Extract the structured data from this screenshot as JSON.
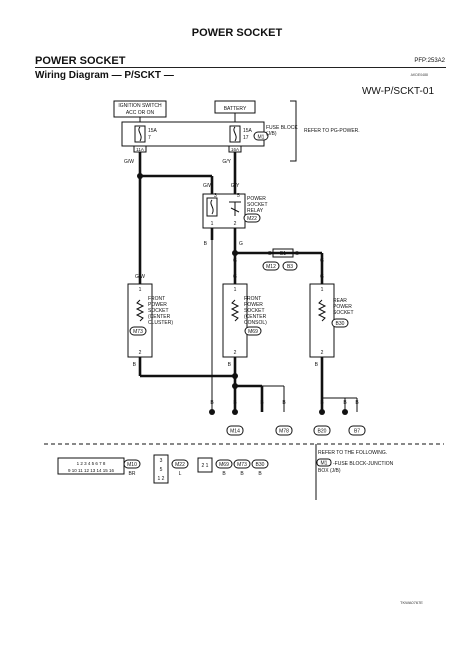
{
  "header": {
    "page_title": "POWER SOCKET",
    "section_title": "POWER SOCKET",
    "pfp_code": "PFP:253A2",
    "subtitle": "Wiring Diagram — P/SCKT —",
    "image_code": "AKDE0488",
    "diagram_code": "WW-P/SCKT-01"
  },
  "sources": {
    "ignition_line1": "IGNITION SWITCH",
    "ignition_line2": "ACC OR ON",
    "battery": "BATTERY",
    "fuse_block_line1": "FUSE BLOCK",
    "fuse_block_line2": "(J/B)",
    "fuse_block_connector": "M1",
    "refer_pg": "REFER TO PG-POWER.",
    "fuse_left_rating": "15A",
    "fuse_left_num": "7",
    "fuse_right_rating": "15A",
    "fuse_right_num": "17",
    "pin_left": "11A",
    "pin_right": "16A"
  },
  "wires": {
    "gw": "G/W",
    "gy": "G/Y",
    "g": "G",
    "b": "B"
  },
  "relay": {
    "line1": "POWER",
    "line2": "SOCKET",
    "line3": "RELAY",
    "connector": "M22",
    "pin1": "1",
    "pin2": "2",
    "pin3": "3",
    "pin5": "5"
  },
  "joint": {
    "label": "B1",
    "left_pin": "D",
    "right_pin": "G",
    "conn_left": "M12",
    "conn_right": "B3"
  },
  "sockets": {
    "front_cluster": [
      "FRONT",
      "POWER",
      "SOCKET",
      "(CENTER",
      "CLUSTER)"
    ],
    "front_cluster_conn": "M73",
    "front_console": [
      "FRONT",
      "POWER",
      "SOCKET",
      "(CENTER",
      "CONSOL)"
    ],
    "front_console_conn": "M69",
    "rear": [
      "REAR",
      "POWER",
      "SOCKET"
    ],
    "rear_conn": "B30",
    "pin_top": "1",
    "pin_bottom": "2"
  },
  "grounds": [
    "M14",
    "M78",
    "B20",
    "B7"
  ],
  "legend": {
    "conn_strip_top": "1 2 3 4 5 6 7 8",
    "conn_strip_bottom": "9 10 11 12 13 14 15 16",
    "conn1": "M10",
    "conn1_color": "BR",
    "conn2": "M22",
    "conn2_color": "L",
    "conn3": "M69",
    "conn3_color": "B",
    "conn4": "M73",
    "conn4_color": "B",
    "conn5": "B30",
    "conn5_color": "B",
    "relay_pins_top": "3",
    "relay_pins_mid": "5",
    "relay_pins_bot": "1 2",
    "socket_pins": "2 1",
    "note_line1": "REFER TO THE FOLLOWING.",
    "note_conn": "M1",
    "note_line2": "-FUSE BLOCK-JUNCTION",
    "note_line3": "BOX (J/B)"
  },
  "footer": {
    "code": "TKWA0767E"
  }
}
